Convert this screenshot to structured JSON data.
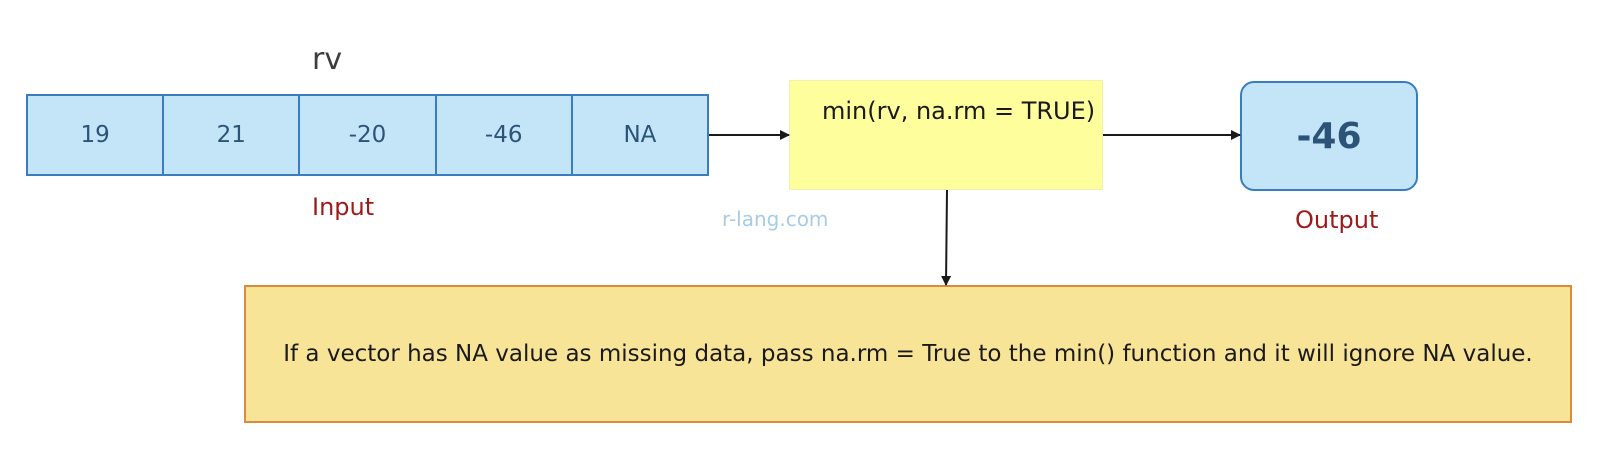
{
  "input": {
    "var_name": "rv",
    "values": [
      "19",
      "21",
      "-20",
      "-46",
      "NA"
    ],
    "label": "Input"
  },
  "function": {
    "call": "min(rv, na.rm = TRUE)"
  },
  "output": {
    "value": "-46",
    "label": "Output"
  },
  "watermark": "r-lang.com",
  "note": "If a vector has NA value as missing data, pass na.rm = True to the min() function and it will ignore NA value.",
  "colors": {
    "cell_fill": "#c4e4f8",
    "cell_border": "#3a7cc0",
    "function_fill": "#fefe9c",
    "note_fill": "#f8e496",
    "note_border": "#dc8a3c",
    "label_red": "#9b1a1a"
  }
}
